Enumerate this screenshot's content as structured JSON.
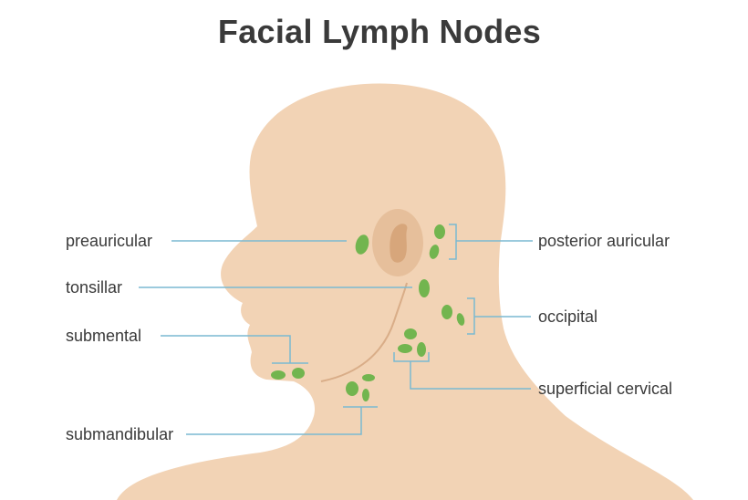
{
  "title": "Facial Lymph Nodes",
  "labels": {
    "preauricular": "preauricular",
    "tonsillar": "tonsillar",
    "submental": "submental",
    "submandibular": "submandibular",
    "posterior_auricular": "posterior auricular",
    "occipital": "occipital",
    "superficial_cervical": "superficial cervical"
  },
  "colors": {
    "skin": "#f2d3b5",
    "ear_outer": "#e6bf9b",
    "ear_inner": "#d7a67b",
    "node": "#72b54f",
    "leader": "#7ab9d2",
    "contour": "#d9ad88",
    "text": "#3a3a3a"
  }
}
